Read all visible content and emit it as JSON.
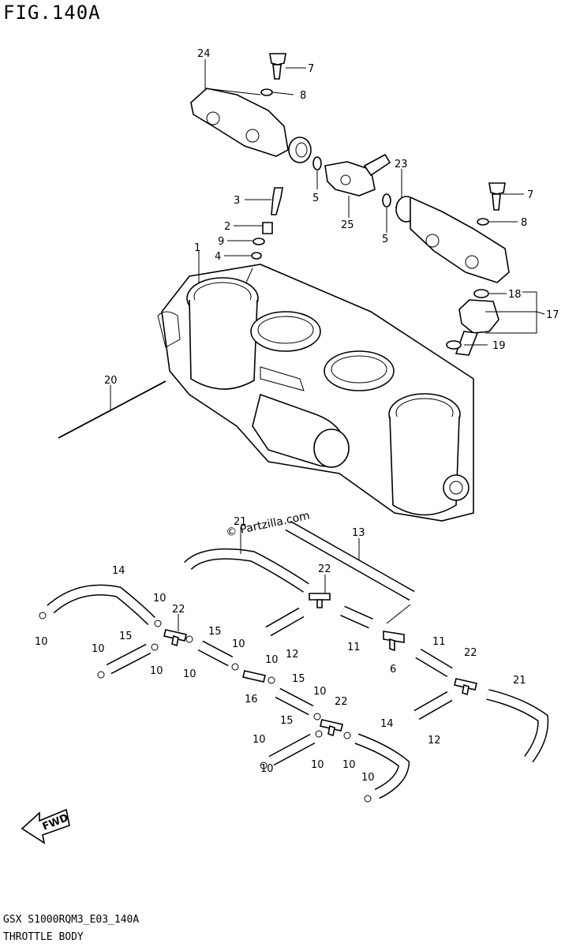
{
  "header": {
    "title": "FIG.140A"
  },
  "footer": {
    "code": "GSX S1000RQM3_E03_140A",
    "name": "THROTTLE BODY"
  },
  "watermark": "© Partzilla.com",
  "fwd_label": "FWD",
  "callouts": [
    {
      "id": "c24a",
      "text": "24"
    },
    {
      "id": "c7a",
      "text": "7"
    },
    {
      "id": "c8a",
      "text": "8"
    },
    {
      "id": "c23",
      "text": "23"
    },
    {
      "id": "c7b",
      "text": "7"
    },
    {
      "id": "c8b",
      "text": "8"
    },
    {
      "id": "c5a",
      "text": "5"
    },
    {
      "id": "c25",
      "text": "25"
    },
    {
      "id": "c5b",
      "text": "5"
    },
    {
      "id": "c3",
      "text": "3"
    },
    {
      "id": "c2",
      "text": "2"
    },
    {
      "id": "c9",
      "text": "9"
    },
    {
      "id": "c4",
      "text": "4"
    },
    {
      "id": "c1",
      "text": "1"
    },
    {
      "id": "c18",
      "text": "18"
    },
    {
      "id": "c17",
      "text": "17"
    },
    {
      "id": "c19",
      "text": "19"
    },
    {
      "id": "c20",
      "text": "20"
    },
    {
      "id": "c21a",
      "text": "21"
    },
    {
      "id": "c13",
      "text": "13"
    },
    {
      "id": "c14a",
      "text": "14"
    },
    {
      "id": "c22a",
      "text": "22"
    },
    {
      "id": "c10a",
      "text": "10"
    },
    {
      "id": "c22b",
      "text": "22"
    },
    {
      "id": "c10b",
      "text": "10"
    },
    {
      "id": "c15a",
      "text": "15"
    },
    {
      "id": "c15b",
      "text": "15"
    },
    {
      "id": "c10c",
      "text": "10"
    },
    {
      "id": "c11a",
      "text": "11"
    },
    {
      "id": "c11b",
      "text": "11"
    },
    {
      "id": "c22c",
      "text": "22"
    },
    {
      "id": "c10d",
      "text": "10"
    },
    {
      "id": "c10e",
      "text": "10"
    },
    {
      "id": "c10f",
      "text": "10"
    },
    {
      "id": "c10g",
      "text": "10"
    },
    {
      "id": "c12a",
      "text": "12"
    },
    {
      "id": "c6",
      "text": "6"
    },
    {
      "id": "c16",
      "text": "16"
    },
    {
      "id": "c15c",
      "text": "15"
    },
    {
      "id": "c10h",
      "text": "10"
    },
    {
      "id": "c22d",
      "text": "22"
    },
    {
      "id": "c21b",
      "text": "21"
    },
    {
      "id": "c15d",
      "text": "15"
    },
    {
      "id": "c14b",
      "text": "14"
    },
    {
      "id": "c12b",
      "text": "12"
    },
    {
      "id": "c10i",
      "text": "10"
    },
    {
      "id": "c10j",
      "text": "10"
    },
    {
      "id": "c10k",
      "text": "10"
    },
    {
      "id": "c10l",
      "text": "10"
    },
    {
      "id": "c10m",
      "text": "10"
    }
  ]
}
